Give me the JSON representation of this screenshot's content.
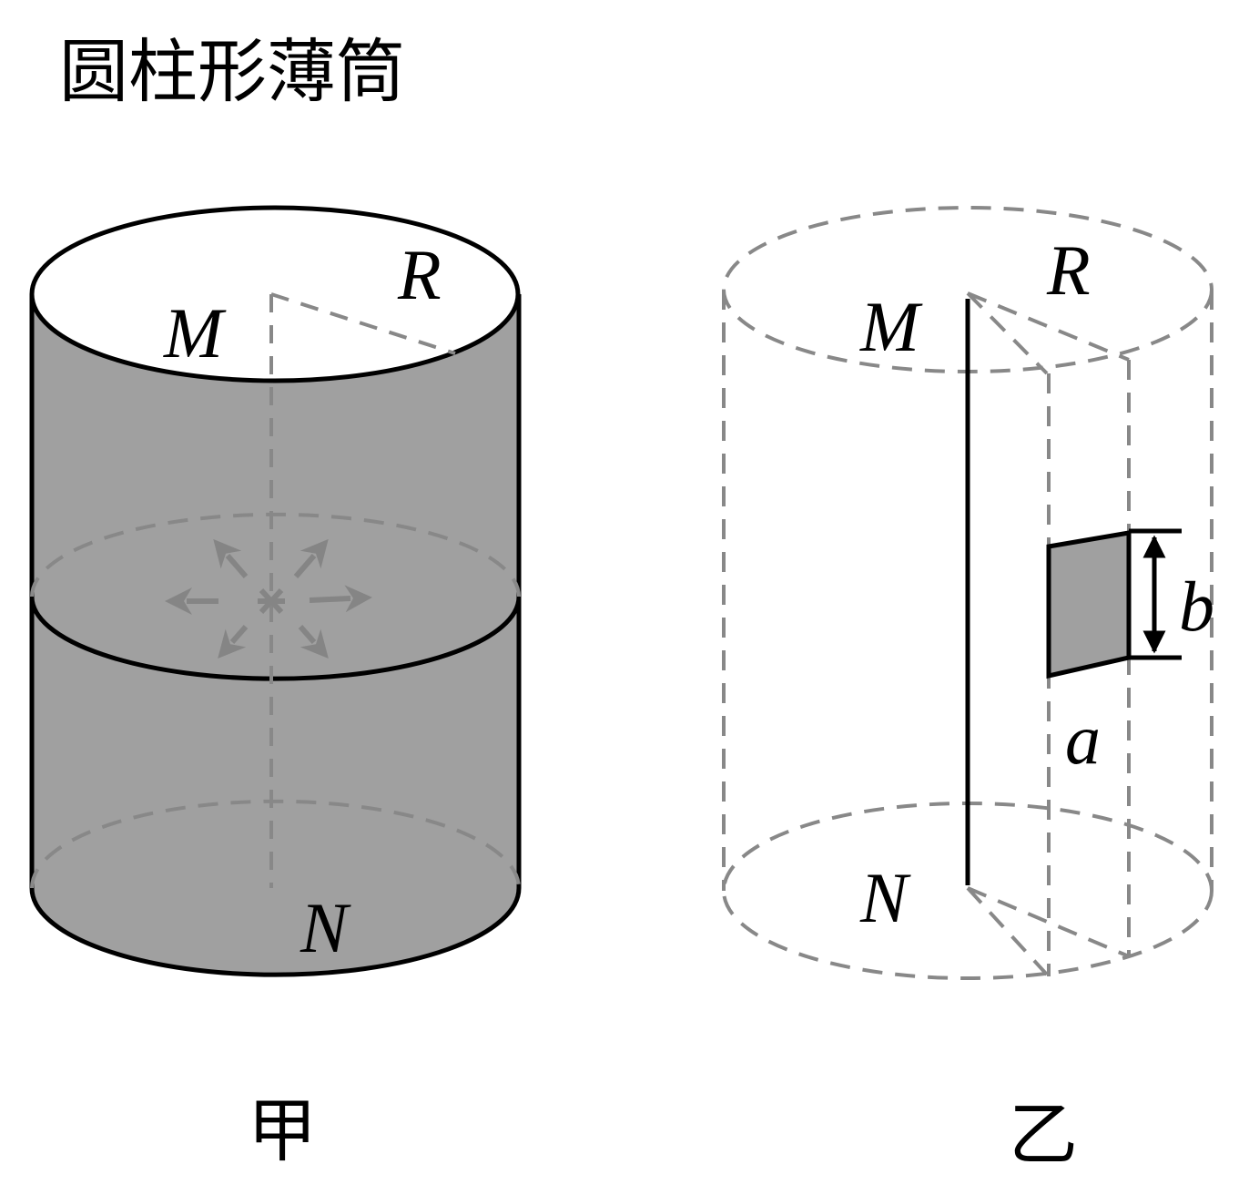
{
  "title": "圆柱形薄筒",
  "figure_jia": {
    "caption": "甲",
    "label_M": "M",
    "label_R": "R",
    "label_N": "N"
  },
  "figure_yi": {
    "caption": "乙",
    "label_M": "M",
    "label_R": "R",
    "label_N": "N",
    "label_a": "a",
    "label_b": "b"
  },
  "colors": {
    "fill": "#a0a0a0",
    "dashed": "#888888",
    "arrows": "#858585",
    "stroke": "#000000"
  }
}
